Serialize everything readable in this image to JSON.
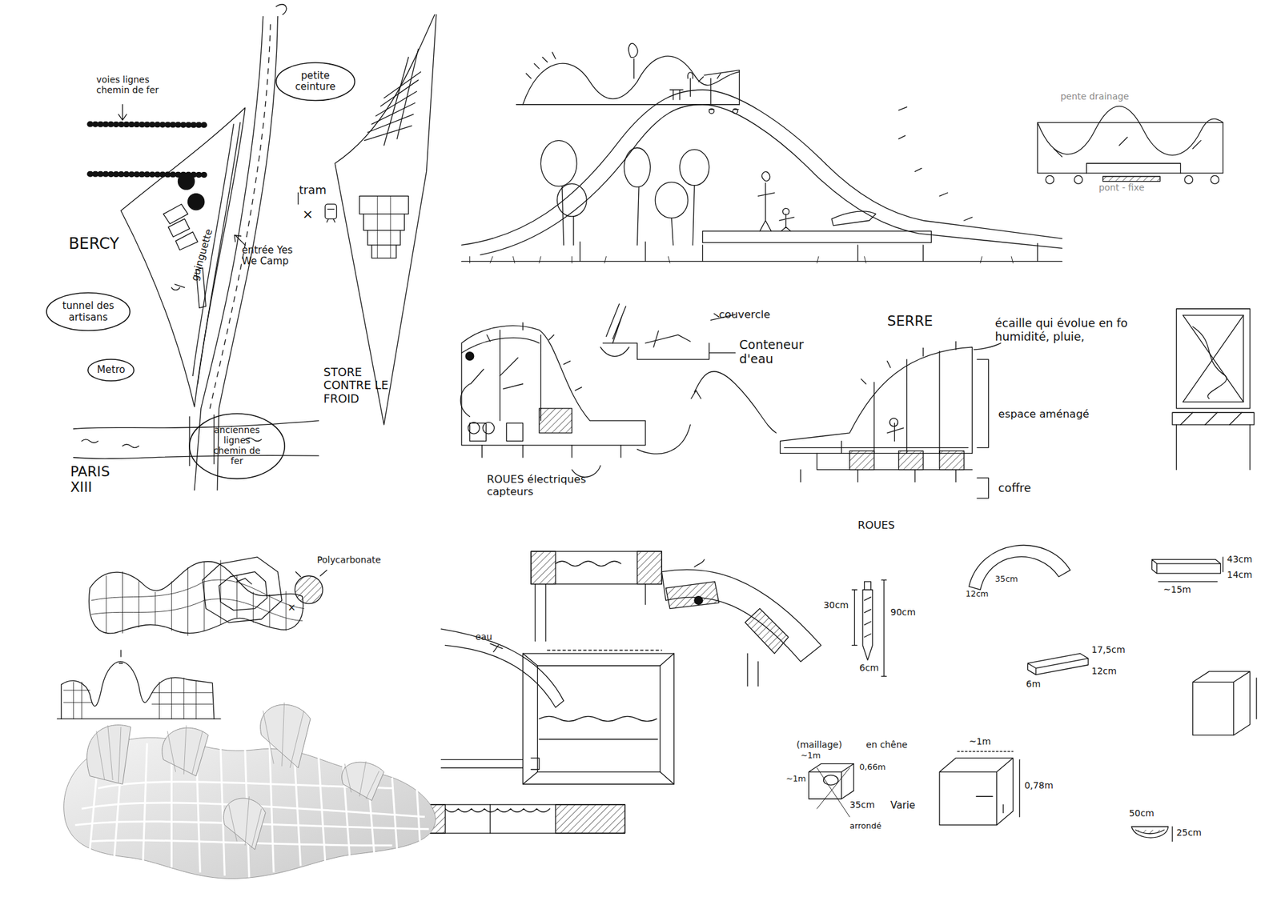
{
  "diagram": {
    "nodes": [
      {
        "text": [
          "petite ceinture"
        ]
      },
      {
        "text": [
          "tunnel des artisans"
        ]
      },
      {
        "text": [
          "Metro"
        ]
      },
      {
        "text": [
          "anciennes lignes chemin de fer"
        ]
      }
    ],
    "labels": [
      "voies lignes chemin de fer",
      "tram",
      "×",
      "BERCY",
      "guinguette",
      "entrée Yes We Camp",
      "PARIS XIII",
      "STORE CONTRE LE FROID",
      "ROUES électriques capteurs",
      "couvercle",
      "Conteneur d'eau",
      "SERRE",
      "écaille qui évolue en fo humidité, pluie,",
      "espace aménagé",
      "coffre",
      "ROUES",
      "pente drainage",
      "pont - fixe",
      "Polycarbonate",
      "eau",
      "30cm",
      "90cm",
      "6cm",
      "12cm",
      "35cm",
      "43cm",
      "14cm",
      "~15m",
      "17,5cm",
      "6m",
      "12cm",
      "(maillage)",
      "en chêne",
      "~1m",
      "~1m",
      "~1m",
      "35cm",
      "0,66m",
      "Varie",
      "arrondé",
      "0,78m",
      "50cm",
      "25cm",
      "×"
    ]
  }
}
